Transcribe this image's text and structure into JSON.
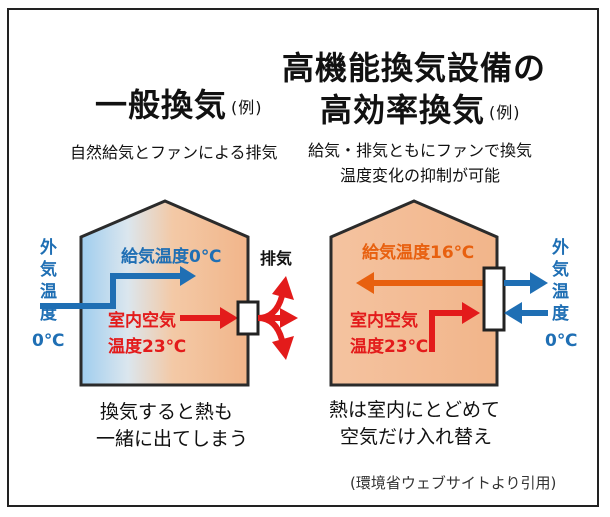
{
  "left": {
    "title": "一般換気",
    "title_note": "(例)",
    "subtitle": "自然給気とファンによる排気",
    "supply_label": "給気温度0℃",
    "room_label_1": "室内空気",
    "room_label_2": "温度23℃",
    "exhaust_label": "排気",
    "outside_label": [
      "外",
      "気",
      "温",
      "度",
      "0℃"
    ],
    "caption_1": "換気すると熱も",
    "caption_2": "一緒に出てしまう"
  },
  "right": {
    "title_1": "高機能換気設備の",
    "title_2": "高効率換気",
    "title_note": "(例)",
    "subtitle_1": "給気・排気ともにファンで換気",
    "subtitle_2": "温度変化の抑制が可能",
    "supply_label": "給気温度16℃",
    "room_label_1": "室内空気",
    "room_label_2": "温度23℃",
    "outside_label": [
      "外",
      "気",
      "温",
      "度",
      "0℃"
    ],
    "caption_1": "熱は室内にとどめて",
    "caption_2": "空気だけ入れ替え"
  },
  "source": "(環境省ウェブサイトより引用)",
  "colors": {
    "blue": "#1f6fb4",
    "red": "#e31b1b",
    "orange": "#e8600f",
    "house_warm": "#f2b58a",
    "house_cold": "#a9d3f0"
  }
}
